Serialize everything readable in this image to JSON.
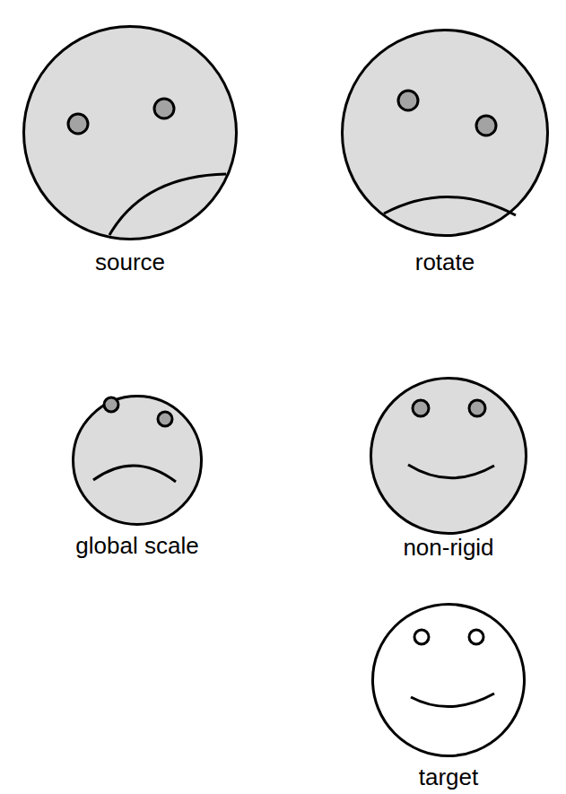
{
  "diagram": {
    "nodes": [
      {
        "text": [
          "source"
        ]
      },
      {
        "text": [
          "rotate"
        ]
      },
      {
        "text": [
          "global scale"
        ]
      },
      {
        "text": [
          "non-rigid"
        ]
      },
      {
        "text": [
          "target"
        ]
      }
    ]
  }
}
